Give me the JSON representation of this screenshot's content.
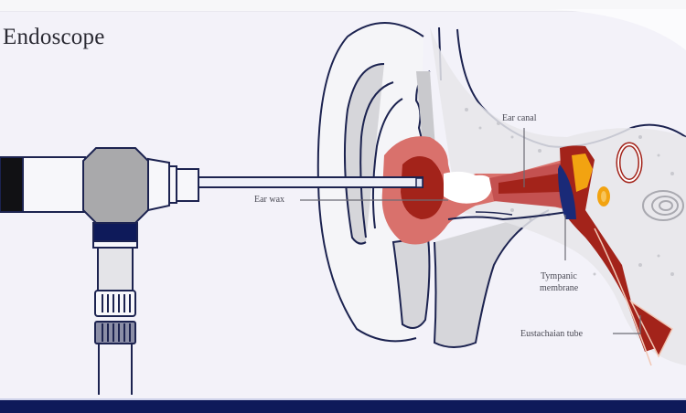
{
  "title": "Endoscope",
  "labels": {
    "ear_wax": "Ear wax",
    "ear_canal": "Ear canal",
    "tympanic_membrane_line1": "Tympanic",
    "tympanic_membrane_line2": "membrane",
    "eustachian_tube": "Eustachaian tube"
  },
  "colors": {
    "background": "#f3f2f9",
    "outline": "#1c2350",
    "navy": "#0e1a5a",
    "gray": "#a9a9ab",
    "light_gray": "#d6d6da",
    "wax_light": "#d9716c",
    "wax_dark": "#a3231a",
    "canal_red": "#a3231a",
    "ossicle_orange": "#f2a311",
    "tympanic_blue": "#1a2a78"
  }
}
